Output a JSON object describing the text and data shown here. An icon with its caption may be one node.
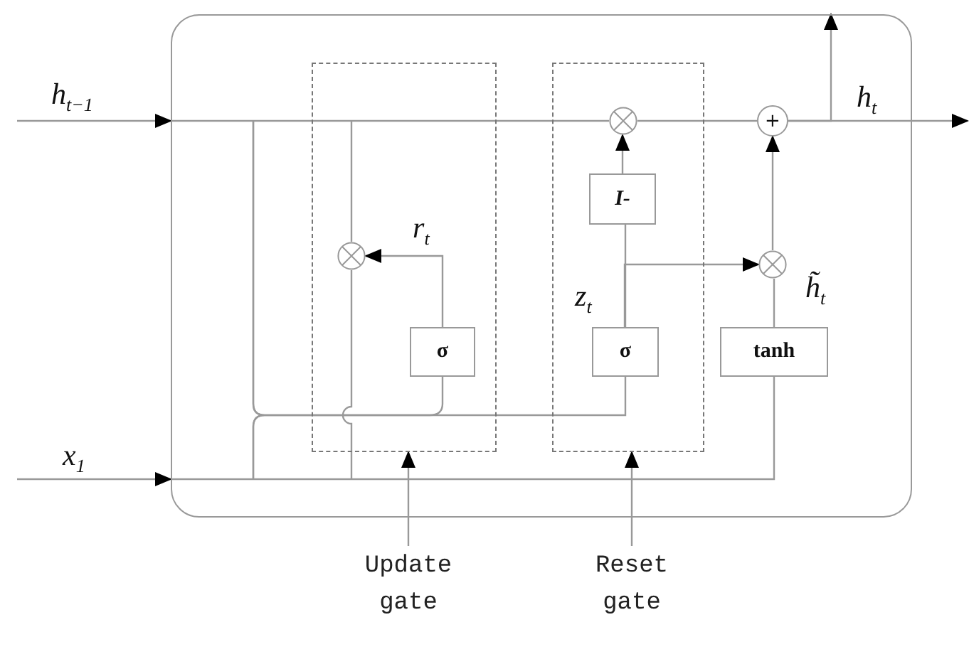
{
  "diagram": {
    "nodes": [
      {
        "text": [],
        "shape": "box"
      },
      {
        "text": [],
        "shape": "box",
        "in": 0
      },
      {
        "text": [],
        "shape": "box",
        "in": 0
      },
      {
        "text": [],
        "shape": "circle",
        "in": 1
      },
      {
        "text": [
          "σ"
        ],
        "in": 1
      },
      {
        "text": [],
        "shape": "circle",
        "in": 2
      },
      {
        "text": [
          "I-"
        ],
        "in": 2
      },
      {
        "text": [
          "σ"
        ],
        "in": 2
      },
      {
        "text": [],
        "shape": "circle",
        "in": 0
      },
      {
        "text": [
          "+"
        ],
        "in": 0
      },
      {
        "text": [
          "tanh"
        ],
        "in": 0
      },
      {
        "text": [
          "Update gate"
        ]
      },
      {
        "text": [
          "Reset gate"
        ]
      }
    ],
    "edges": [
      {
        "from": null,
        "to": 0,
        "arrow": "to"
      },
      {
        "from": null,
        "to": 0,
        "arrow": "to"
      },
      {
        "from": 0,
        "to": 5,
        "arrow": "none"
      },
      {
        "from": 5,
        "to": 9,
        "arrow": "none"
      },
      {
        "from": 9,
        "to": null,
        "arrow": "to"
      },
      {
        "from": 9,
        "to": null,
        "arrow": "to"
      },
      {
        "from": 4,
        "to": 3,
        "arrow": "to"
      },
      {
        "from": 6,
        "to": 5,
        "arrow": "to"
      },
      {
        "from": 7,
        "to": 6,
        "arrow": "none"
      },
      {
        "from": 7,
        "to": 8,
        "arrow": "to"
      },
      {
        "from": 10,
        "to": 8,
        "arrow": "none"
      },
      {
        "from": 8,
        "to": 9,
        "arrow": "to"
      },
      {
        "from": 11,
        "to": 1,
        "arrow": "to"
      },
      {
        "from": 12,
        "to": 2,
        "arrow": "to"
      },
      {
        "from": 0,
        "to": 10,
        "arrow": "none"
      },
      {
        "from": null,
        "to": 3,
        "arrow": "none"
      },
      {
        "from": 3,
        "to": null,
        "arrow": "none"
      },
      {
        "from": 0,
        "to": 4,
        "arrow": "none"
      },
      {
        "from": 0,
        "to": 7,
        "arrow": "none"
      }
    ],
    "labels": [
      "h$_{t−1}$",
      "h$_{t}$",
      "x$_{1}$",
      "r$_{t}$",
      "z$_{t}$",
      "h̃$_{t}$"
    ]
  }
}
